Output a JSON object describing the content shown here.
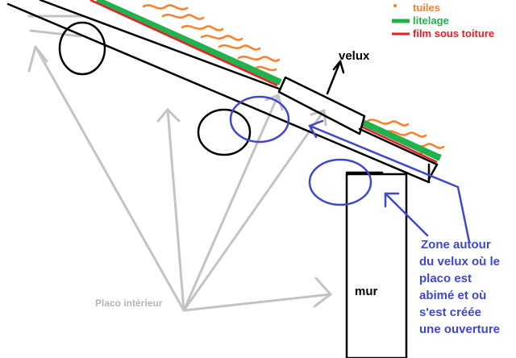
{
  "legend": {
    "items": [
      {
        "label": "tuiles",
        "color": "#ff7f27"
      },
      {
        "label": "litelage",
        "color": "#22b14c"
      },
      {
        "label": "film sous toiture",
        "color": "#ed1c24"
      }
    ]
  },
  "labels": {
    "velux": "velux",
    "mur": "mur",
    "placo": "Placo intérieur"
  },
  "annotation": {
    "lines": [
      "Zone autour",
      "du velux où le",
      "placo est",
      "abimé et où",
      "s'est créée",
      "une ouverture"
    ],
    "color": "#3f48cc"
  },
  "colors": {
    "outline": "#000000",
    "placo_arrows": "#c3c3c3",
    "placo_label": "#b4b4b4"
  }
}
